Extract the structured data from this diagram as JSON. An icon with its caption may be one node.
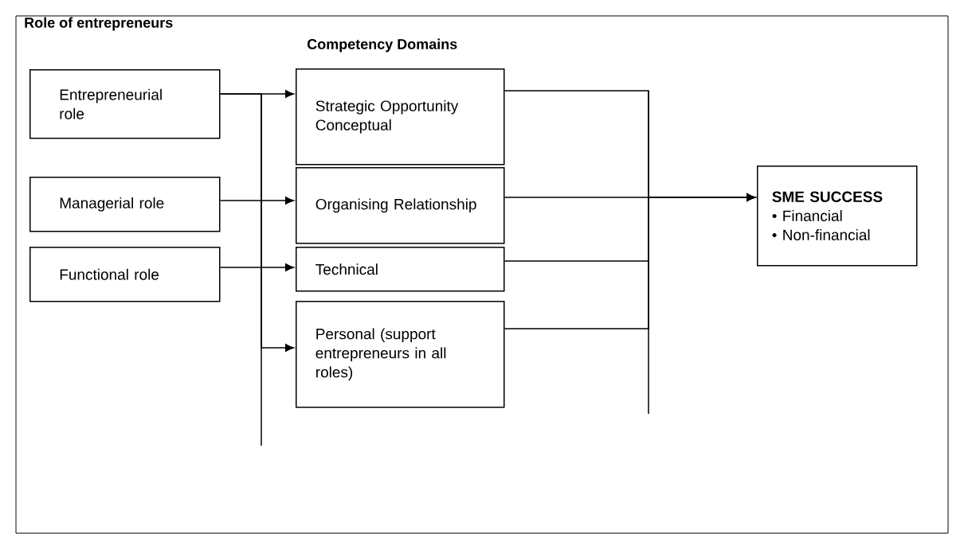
{
  "diagram": {
    "nodes": [
      {
        "text": [
          "Entrepreneurial role"
        ]
      },
      {
        "text": [
          "Managerial role"
        ]
      },
      {
        "text": [
          "Functional role"
        ]
      },
      {
        "text": [
          "Strategic Opportunity Conceptual"
        ]
      },
      {
        "text": [
          "Organising Relationship"
        ]
      },
      {
        "text": [
          "Technical"
        ]
      },
      {
        "text": [
          "Personal (support entrepreneurs in all roles)"
        ]
      },
      {
        "text": [
          "SME SUCCESS",
          "• Financial",
          "• Non-financial"
        ]
      }
    ],
    "edges": [
      {
        "from": 0,
        "to": 3,
        "arrow": "to"
      },
      {
        "from": 1,
        "to": 4,
        "arrow": "to"
      },
      {
        "from": 2,
        "to": 5,
        "arrow": "to"
      },
      {
        "from": 0,
        "to": 6,
        "arrow": "to"
      },
      {
        "from": 3,
        "to": 7,
        "arrow": "to"
      },
      {
        "from": 4,
        "to": 7,
        "arrow": "to"
      },
      {
        "from": 5,
        "to": 7,
        "arrow": "to"
      },
      {
        "from": 6,
        "to": 7,
        "arrow": "to"
      }
    ],
    "labels": [
      "Role of entrepreneurs",
      "Competency Domains"
    ]
  }
}
